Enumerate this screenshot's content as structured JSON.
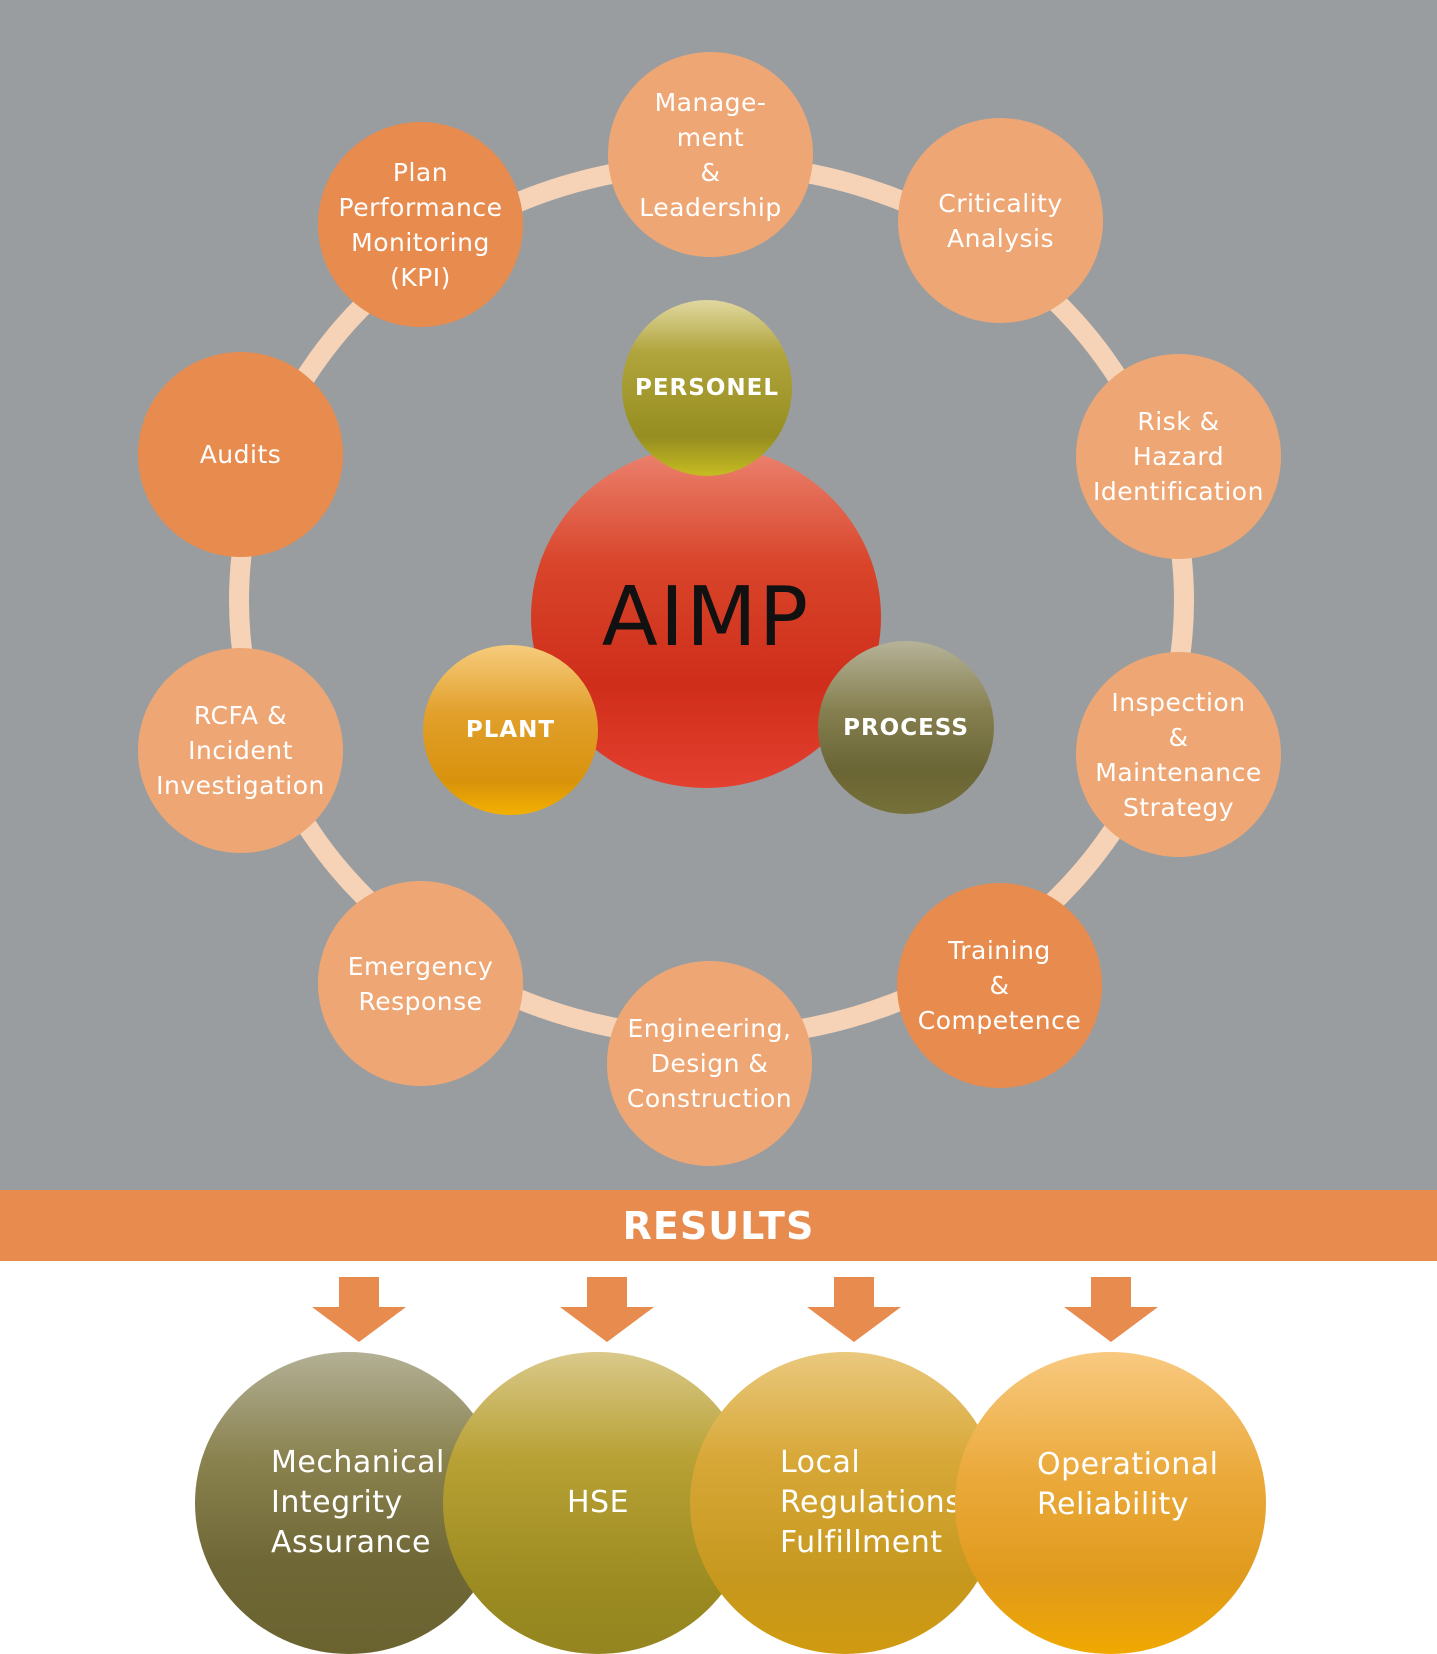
{
  "center": {
    "label": "AIMP"
  },
  "pillars": {
    "personel": "PERSONEL",
    "plant": "PLANT",
    "process": "PROCESS"
  },
  "elements": [
    "Manage-\nment\n&\nLeadership",
    "Criticality\nAnalysis",
    "Risk &\nHazard\nIdentification",
    "Inspection\n&\nMaintenance\nStrategy",
    "Training\n&\nCompetence",
    "Engineering,\nDesign &\nConstruction",
    "Emergency\nResponse",
    "RCFA &\nIncident\nInvestigation",
    "Audits",
    "Plan\nPerformance\nMonitoring\n(KPI)"
  ],
  "results": {
    "title": "RESULTS",
    "items": [
      "Mechanical\nIntegrity\nAssurance",
      "HSE",
      "Local\nRegulations\nFulfillment",
      "Operational\nReliability"
    ]
  },
  "colors": {
    "background": "#9a9da0",
    "ring": "#f6d3b6",
    "node_light": "#eea774",
    "node_dark": "#e88b4e",
    "results_bar": "#e88b4e",
    "arrow": "#e88b4e"
  }
}
